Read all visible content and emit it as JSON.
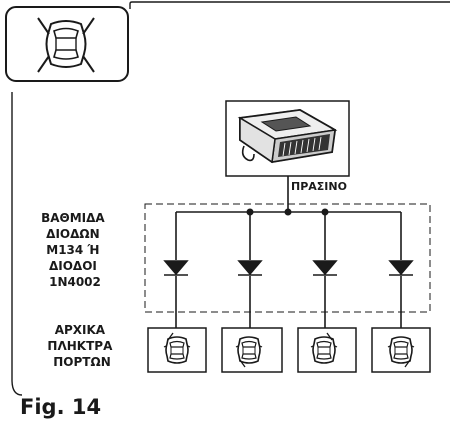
{
  "figure": {
    "caption": "Fig. 14"
  },
  "labels": {
    "wire_color": "ΠΡΑΣΙΝΟ",
    "diode_block": [
      "ΒΑΘΜΙΔΑ",
      "ΔΙΟΔΩΝ",
      "M134 Ή",
      "ΔΙΟΔΟΙ",
      "1N4002"
    ],
    "door_buttons": [
      "ΑΡΧΙΚΑ",
      "ΠΛΗΚΤΡΑ",
      "ΠΟΡΤΩΝ"
    ]
  },
  "icons": {
    "header": "car-with-open-doors-icon",
    "module": "control-module-icon",
    "diode": "diode-symbol-icon",
    "door_switch": "car-door-switch-icon"
  },
  "colors": {
    "line": "#1a1a1a"
  }
}
